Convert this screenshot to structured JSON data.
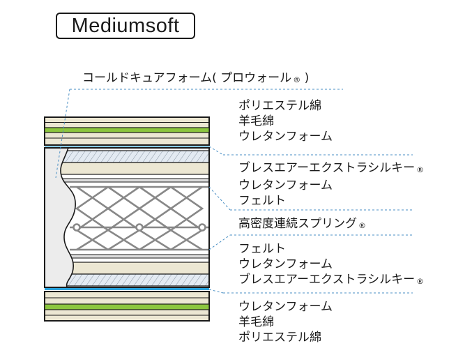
{
  "badge": "Mediumsoft",
  "top_label": "コールドキュアフォーム( プロウォール",
  "top_label_close": " )",
  "reg_mark": "®",
  "groups": [
    {
      "lines": [
        {
          "text": "ポリエステル綿"
        },
        {
          "text": "羊毛綿"
        },
        {
          "text": "ウレタンフォーム"
        }
      ]
    },
    {
      "lines": [
        {
          "text": "ブレスエアーエクストラシルキー",
          "reg": "®"
        },
        {
          "text": "ウレタンフォーム"
        },
        {
          "text": "フェルト"
        }
      ]
    },
    {
      "lines": [
        {
          "text": "高密度連続スプリング",
          "reg": "®"
        }
      ]
    },
    {
      "lines": [
        {
          "text": "フェルト"
        },
        {
          "text": "ウレタンフォーム"
        },
        {
          "text": "ブレスエアーエクストラシルキー",
          "reg": "®"
        }
      ]
    },
    {
      "lines": [
        {
          "text": "ウレタンフォーム"
        },
        {
          "text": "羊毛綿"
        },
        {
          "text": "ポリエステル綿"
        }
      ]
    }
  ],
  "colors": {
    "cream": "#ece7d3",
    "green": "#8cc63f",
    "blue": "#29a3dc",
    "foam": "#ececec",
    "silky": "#e3eaf2",
    "outline": "#1a1a1a",
    "spring": "#888888",
    "leader": "#4a8fc4"
  }
}
